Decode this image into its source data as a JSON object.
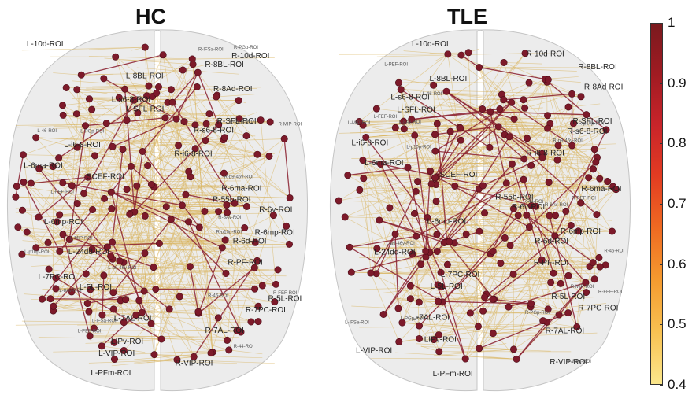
{
  "panels": [
    {
      "title": "HC",
      "labels": [
        "L-10d-ROI",
        "R-10d-ROI",
        "R-8BL-ROI",
        "L-8BL-ROI",
        "R-8Ad-ROI",
        "L-s6-8-ROI",
        "L-SFL-ROI",
        "R-SFL-ROI",
        "R-s6-8-ROI",
        "L-i6-8-ROI",
        "R-i6-8-ROI",
        "L-6ma-ROI",
        "SCEF-ROI",
        "R-6ma-ROI",
        "R-55b-ROI",
        "R-6v-ROI",
        "L-6mp-ROI",
        "R-6mp-ROI",
        "R-6d-ROI",
        "L-24dd-ROI",
        "R-PF-ROI",
        "L-7PC-ROI",
        "L-5L-ROI",
        "R-5L-ROI",
        "R-7PC-ROI",
        "L-7AL-ROI",
        "R-7AL-ROI",
        "LIPv-ROI",
        "L-VIP-ROI",
        "R-VIP-ROI",
        "L-PFm-ROI",
        "R-44-ROI",
        "L-FEF-ROI",
        "R-FEF-ROI",
        "L-8Av-ROI",
        "R-8Av-ROI",
        "L-46-ROI",
        "R-46-ROI",
        "L-a9-46v-ROI",
        "R-p9-46v-ROI",
        "L-p10p-ROI",
        "R-p10p-ROI",
        "L-IFSa-ROI",
        "R-IFSa-ROI",
        "L-PEF-ROI",
        "R-PEF-ROI",
        "L-MIP-ROI",
        "R-MIP-ROI",
        "L-PGp-ROI",
        "R-PGp-ROI"
      ]
    },
    {
      "title": "TLE",
      "labels": [
        "L-10d-ROI",
        "R-10d-ROI",
        "R-8BL-ROI",
        "L-8BL-ROI",
        "R-8Ad-ROI",
        "L-s6-8-ROI",
        "L-SFL-ROI",
        "R-SFL-ROI",
        "R-s6-8-ROI",
        "L-i6-8-ROI",
        "R-i6-8-ROI",
        "L-6ma-ROI",
        "SCEF-ROI",
        "R-6ma-ROI",
        "R-55b-ROI",
        "R-6v-ROI",
        "L-6mp-ROI",
        "R-6mp-ROI",
        "R-6d-ROI",
        "L-24dd-ROI",
        "R-PF-ROI",
        "L-7PC-ROI",
        "L-5L-ROI",
        "R-5L-ROI",
        "R-7PC-ROI",
        "L-7AL-ROI",
        "R-7AL-ROI",
        "LIPv-ROI",
        "L-VIP-ROI",
        "R-VIP-ROI",
        "L-PFm-ROI",
        "R-44-ROI",
        "L-FEF-ROI",
        "R-FEF-ROI",
        "L-8Av-ROI",
        "R-8Av-ROI",
        "L-46-ROI",
        "R-46-ROI",
        "L-a9-46v-ROI",
        "R-p9-46v-ROI",
        "L-p10p-ROI",
        "R-p10p-ROI",
        "L-IFSa-ROI",
        "R-IFSa-ROI",
        "L-PEF-ROI",
        "R-PEF-ROI",
        "L-MIP-ROI",
        "R-MIP-ROI",
        "L-PGp-ROI",
        "R-PGp-ROI"
      ]
    }
  ],
  "colorbar": {
    "ticks": [
      "1",
      "0.9",
      "0.8",
      "0.7",
      "0.6",
      "0.5",
      "0.4"
    ],
    "min": 0.4,
    "max": 1,
    "colors": [
      "#fbe78c",
      "#f8c050",
      "#f59a2f",
      "#ef6b22",
      "#e23b22",
      "#c8242a",
      "#a01b22",
      "#7a1a1e"
    ]
  },
  "colors": {
    "node": "#7d1a2a",
    "edge_strong": "#8a1f2e",
    "edge_weak": "#d8b25a",
    "brain_fill": "#dcdcdc"
  }
}
